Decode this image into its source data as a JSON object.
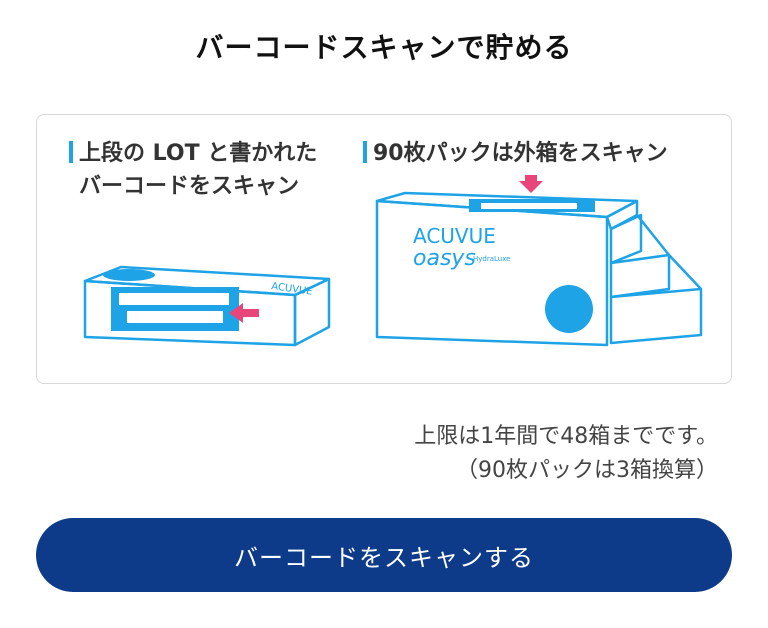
{
  "header": {
    "title": "バーコードスキャンで貯める"
  },
  "guide": {
    "left_caption_line1": "上段の LOT と書かれた",
    "left_caption_line2": "バーコードをスキャン",
    "right_caption": "90枚パックは外箱をスキャン",
    "brand_line1": "ACUVUE",
    "brand_line2": "oasys",
    "brand_sub": "HydraLuxe",
    "side_text": "ACUVUE"
  },
  "limit": {
    "line1": "上限は1年間で48箱までです。",
    "line2": "（90枚パックは3箱換算）"
  },
  "action": {
    "scan_button_label": "バーコードをスキャンする"
  },
  "colors": {
    "accent": "#1ea3e6",
    "arrow": "#e8467a",
    "button": "#0d3b8a"
  }
}
